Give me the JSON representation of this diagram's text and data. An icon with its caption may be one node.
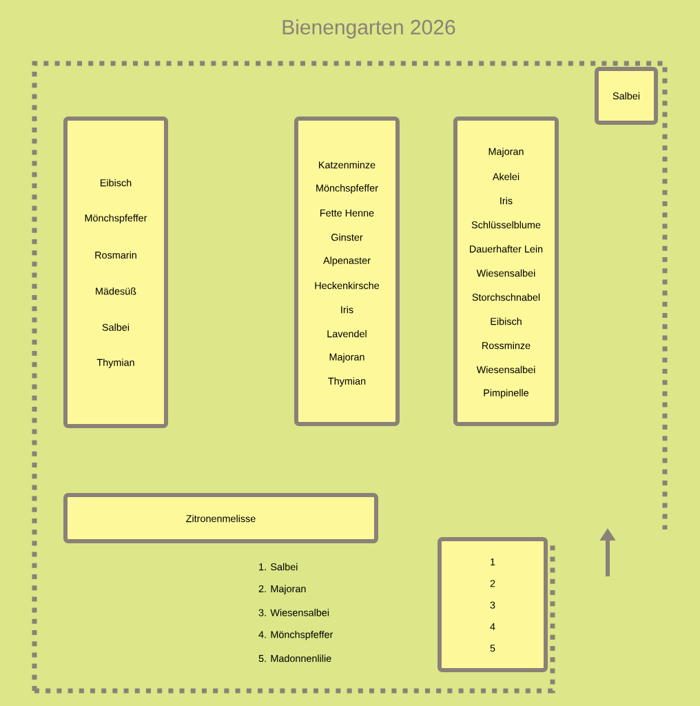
{
  "diagram": {
    "title": "Bienengarten 2026",
    "nodes": [
      {
        "text": [
          "Salbei"
        ]
      },
      {
        "text": [
          "Eibisch",
          "Mönchspfeffer",
          "Rosmarin",
          "Mädesüß",
          "Salbei",
          "Thymian"
        ]
      },
      {
        "text": [
          "Katzenminze",
          "Mönchspfeffer",
          "Fette Henne",
          "Ginster",
          "Alpenaster",
          "Heckenkirsche",
          "Iris",
          "Lavendel",
          "Majoran",
          "Thymian"
        ]
      },
      {
        "text": [
          "Majoran",
          "Akelei",
          "Iris",
          "Schlüsselblume",
          "Dauerhafter Lein",
          "Wiesensalbei",
          "Storchschnabel",
          "Eibisch",
          "Rossminze",
          "Wiesensalbei",
          "Pimpinelle"
        ]
      },
      {
        "text": [
          "Zitronenmelisse"
        ]
      },
      {
        "text": [
          "1",
          "2",
          "3",
          "4",
          "5"
        ]
      }
    ],
    "edges": [],
    "labels": [
      "1. Salbei",
      "2. Majoran",
      "3. Wiesensalbei",
      "4. Mönchspfeffer",
      "5. Madonnenlilie"
    ]
  }
}
